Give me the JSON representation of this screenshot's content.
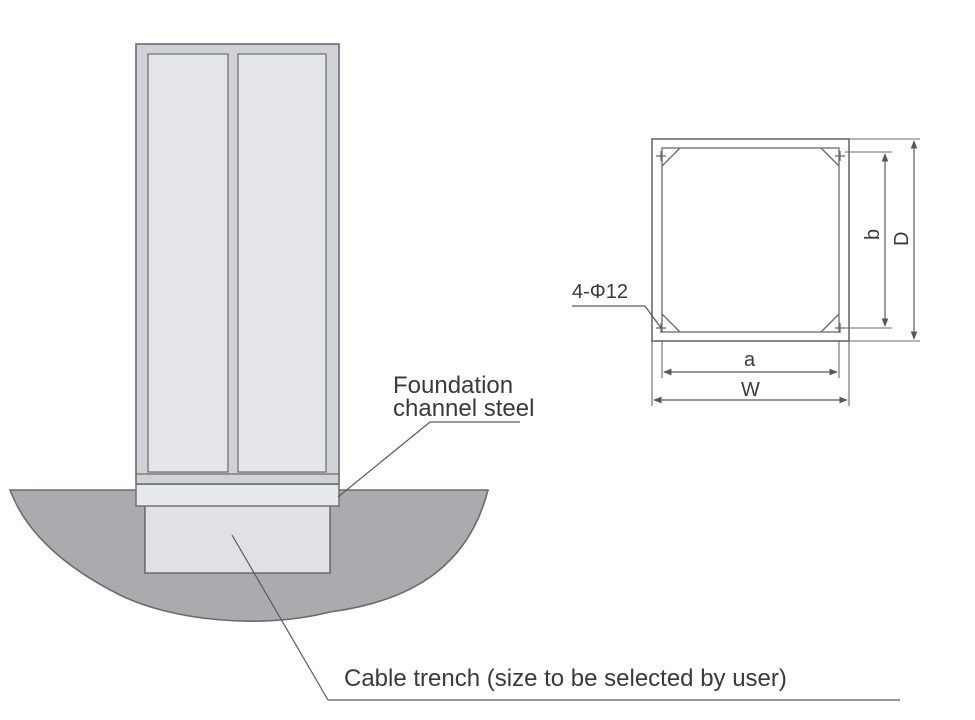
{
  "labels": {
    "foundation_line1": "Foundation",
    "foundation_line2": "channel steel",
    "cable_trench": "Cable trench (size to be selected by user)",
    "holes": "4-Φ12",
    "dim_a": "a",
    "dim_w": "W",
    "dim_b": "b",
    "dim_d": "D"
  },
  "colors": {
    "ground": "#a9abae",
    "panel": "#e4e6ea",
    "frame": "#cfd2d6",
    "stroke": "#6b6b6b",
    "text": "#3a3a3a"
  }
}
